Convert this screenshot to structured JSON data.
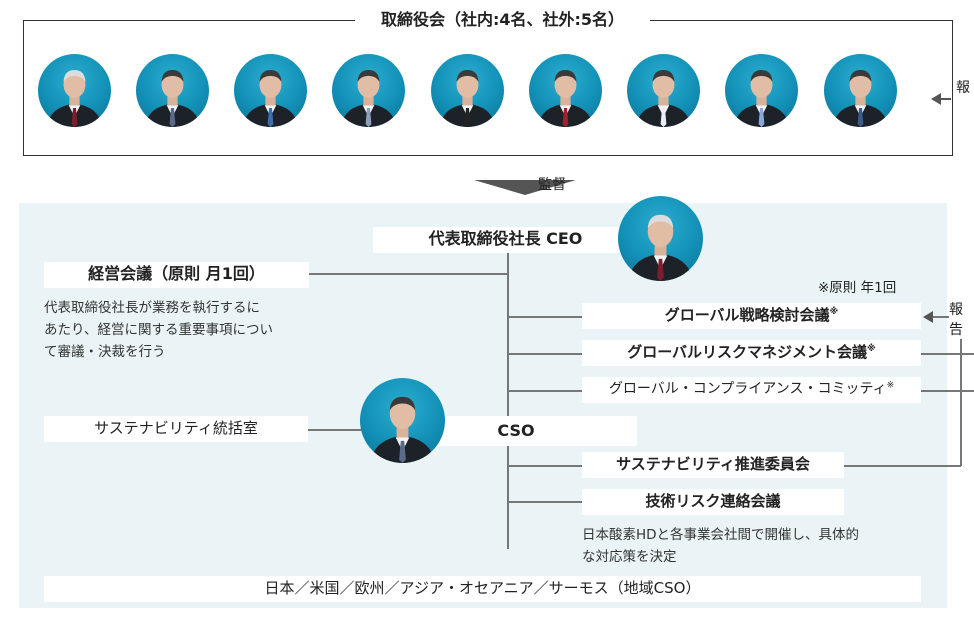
{
  "board": {
    "title": "取締役会（社内:4名、社外:5名）",
    "member_count": 9,
    "report_label": "報"
  },
  "supervise_label": "監督",
  "ceo": {
    "label": "代表取締役社長 CEO"
  },
  "management_meeting": {
    "title": "経営会議（原則 月1回）",
    "desc_lines": [
      "代表取締役社長が業務を執行するに",
      "あたり、経営に関する重要事項につい",
      "て審議・決裁を行う"
    ]
  },
  "sustainability_office": "サステナビリティ統括室",
  "cso": {
    "label": "CSO"
  },
  "annual_note": "※原則 年1回",
  "report_right": "報告",
  "committees": {
    "global_strategy": "グローバル戦略検討会議",
    "global_risk": "グローバルリスクマネジメント会議",
    "compliance": "グローバル・コンプライアンス・コミッティ",
    "asterisk": "※",
    "sustainability": "サステナビリティ推進委員会",
    "tech_risk": "技術リスク連絡会議",
    "tech_desc_lines": [
      "日本酸素HDと各事業会社間で開催し、具体的",
      "な対応策を決定"
    ]
  },
  "regions": "日本／米国／欧州／アジア・オセアニア／サーモス（地域CSO）",
  "colors": {
    "panel_bg": "#eaf4f6",
    "avatar_bg": "#1b9cc4",
    "line": "#777777",
    "arrow": "#555555"
  }
}
